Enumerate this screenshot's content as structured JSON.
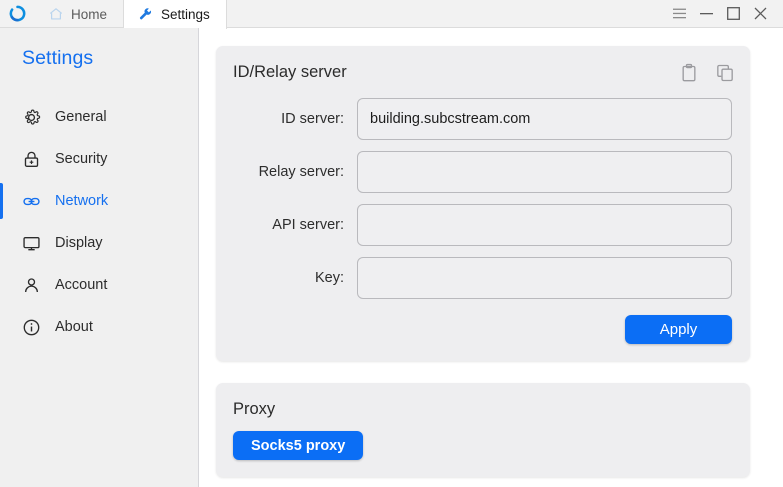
{
  "window": {
    "logo_icon": "refresh-circle-logo",
    "controls": [
      {
        "name": "menu-button",
        "icon": "hamburger-icon"
      },
      {
        "name": "minimize-button",
        "icon": "minimize-icon"
      },
      {
        "name": "maximize-button",
        "icon": "maximize-icon"
      },
      {
        "name": "close-button",
        "icon": "close-icon"
      }
    ]
  },
  "tabs": [
    {
      "label": "Home",
      "icon": "home-icon",
      "active": false
    },
    {
      "label": "Settings",
      "icon": "wrench-icon",
      "active": true
    }
  ],
  "sidebar": {
    "title": "Settings",
    "accent_color": "#1570ef",
    "items": [
      {
        "label": "General",
        "icon": "gear-icon",
        "selected": false
      },
      {
        "label": "Security",
        "icon": "lock-icon",
        "selected": false
      },
      {
        "label": "Network",
        "icon": "link-icon",
        "selected": true
      },
      {
        "label": "Display",
        "icon": "monitor-icon",
        "selected": false
      },
      {
        "label": "Account",
        "icon": "person-icon",
        "selected": false
      },
      {
        "label": "About",
        "icon": "info-icon",
        "selected": false
      }
    ]
  },
  "main": {
    "id_relay_card": {
      "title": "ID/Relay server",
      "actions": [
        {
          "name": "paste-button",
          "icon": "clipboard-icon"
        },
        {
          "name": "copy-button",
          "icon": "copy-icon"
        }
      ],
      "fields": [
        {
          "label": "ID server:",
          "value": "building.subcstream.com",
          "placeholder": "",
          "name": "id-server"
        },
        {
          "label": "Relay server:",
          "value": "",
          "placeholder": "",
          "name": "relay-server"
        },
        {
          "label": "API server:",
          "value": "",
          "placeholder": "",
          "name": "api-server"
        },
        {
          "label": "Key:",
          "value": "",
          "placeholder": "",
          "name": "key"
        }
      ],
      "apply_label": "Apply",
      "apply_color": "#0b6ef5"
    },
    "proxy_card": {
      "title": "Proxy",
      "socks5_label": "Socks5 proxy",
      "socks5_color": "#0b6ef5"
    }
  }
}
